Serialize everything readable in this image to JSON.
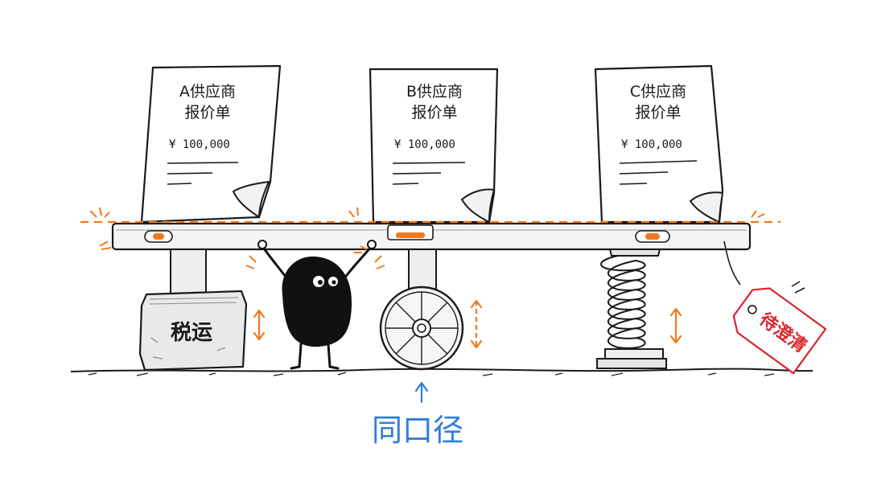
{
  "quotes": [
    {
      "title_line1": "A供应商",
      "title_line2": "报价单",
      "price": "¥ 100,000"
    },
    {
      "title_line1": "B供应商",
      "title_line2": "报价单",
      "price": "¥ 100,000"
    },
    {
      "title_line1": "C供应商",
      "title_line2": "报价单",
      "price": "¥ 100,000"
    }
  ],
  "supports": {
    "stone_label": "税运",
    "tag_label": "待澄清"
  },
  "caption": "同口径",
  "colors": {
    "ink": "#1a1a1a",
    "accent_orange": "#f07a1e",
    "caption_blue": "#2f7fd6",
    "tag_red": "#d9262e"
  }
}
